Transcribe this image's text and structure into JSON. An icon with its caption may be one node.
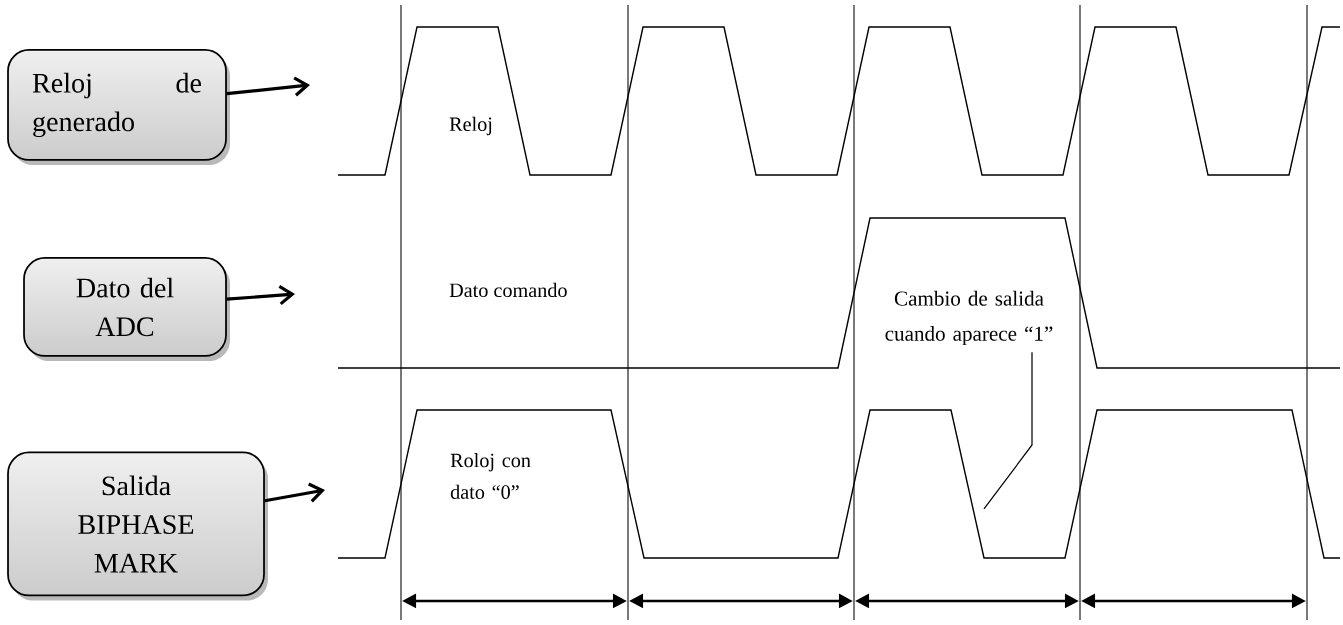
{
  "diagram": {
    "nodes": [
      {
        "text": [
          "Reloj de generado"
        ]
      },
      {
        "text": [
          "Dato del ADC"
        ]
      },
      {
        "text": [
          "Salida BIPHASE MARK"
        ]
      },
      {
        "text": [
          "Cambio de salida cuando aparece “1”"
        ]
      }
    ],
    "edges": [
      {
        "from": 0,
        "to": null,
        "arrow": "to"
      },
      {
        "from": 1,
        "to": null,
        "arrow": "to"
      },
      {
        "from": 2,
        "to": null,
        "arrow": "to"
      },
      {
        "from": 3,
        "to": null,
        "arrow": "none"
      }
    ],
    "labels": [
      "Reloj",
      "Dato comando",
      "Roloj con dato “0”"
    ]
  }
}
